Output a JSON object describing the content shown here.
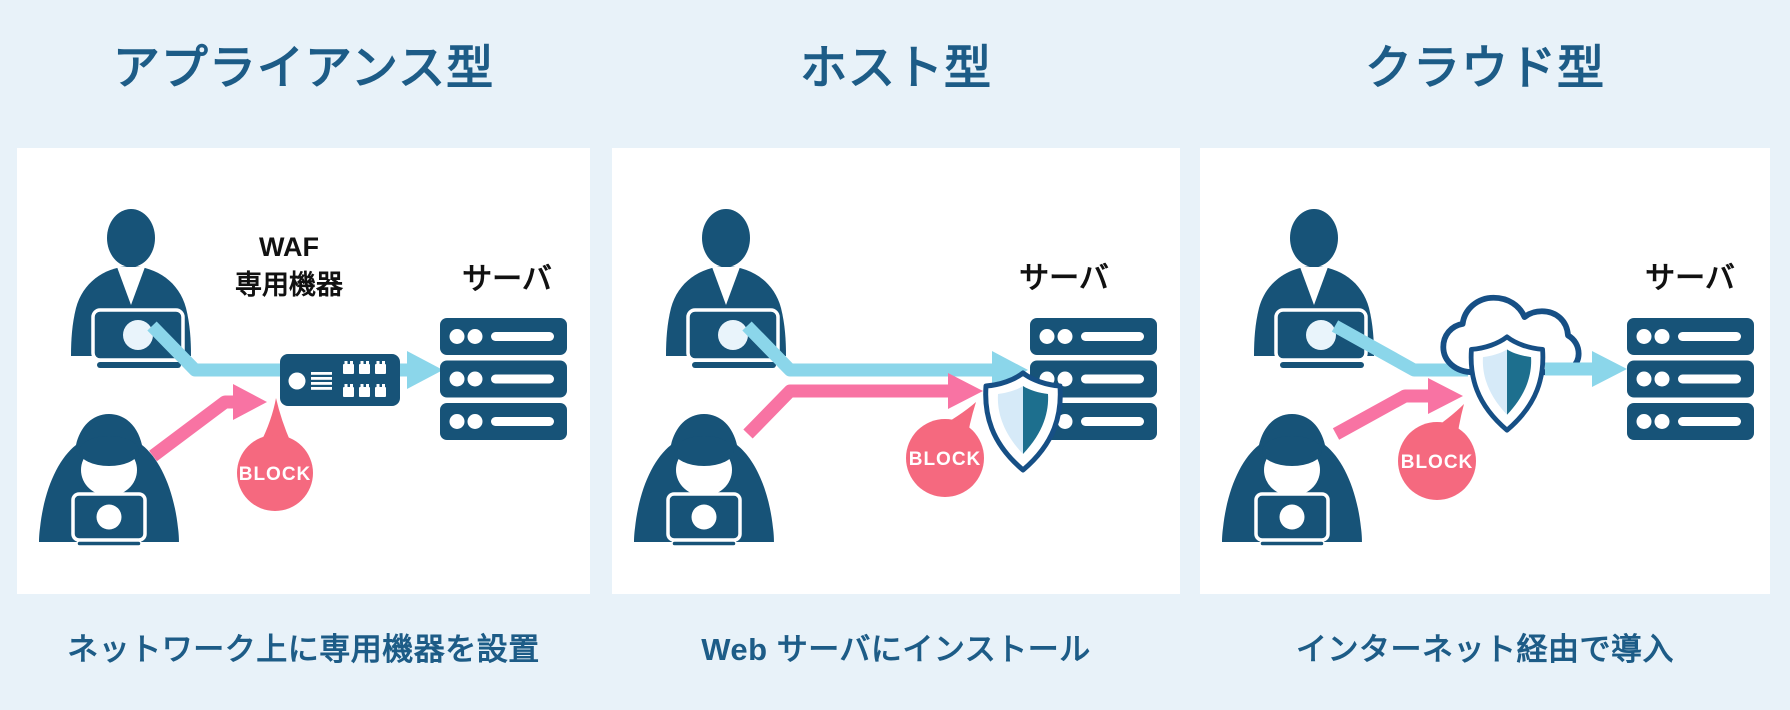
{
  "figure": {
    "topic": "WAF deployment types",
    "background_color": "#e8f2f9",
    "panel_background": "#ffffff"
  },
  "colors": {
    "icon_navy": "#175378",
    "title_blue": "#1d5c87",
    "arrow_blue": "#8bd6ea",
    "arrow_pink": "#f873a3",
    "balloon_pink": "#f5697f",
    "shield_border": "#164f85",
    "shield_light": "#d6eaf8",
    "shield_dark": "#1d6f8e",
    "label_black": "#111111"
  },
  "panels": [
    {
      "title": "アプライアンス型",
      "caption": "ネットワーク上に専用機器を設置",
      "waf_label_line1": "WAF",
      "waf_label_line2": "専用機器",
      "server_label": "サーバ",
      "block_label": "BLOCK"
    },
    {
      "title": "ホスト型",
      "caption": "Web サーバにインストール",
      "server_label": "サーバ",
      "block_label": "BLOCK"
    },
    {
      "title": "クラウド型",
      "caption": "インターネット経由で導入",
      "server_label": "サーバ",
      "block_label": "BLOCK"
    }
  ]
}
